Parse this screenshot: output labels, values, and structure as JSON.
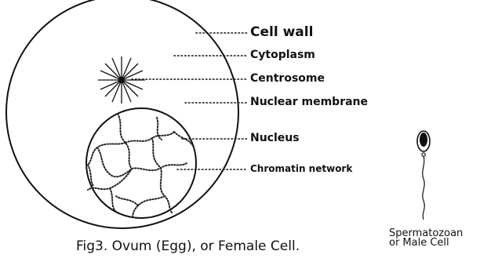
{
  "labels": {
    "cell_wall": "Cell  wall",
    "cytoplasm": "Cytoplasm",
    "centrosome": "Centrosome",
    "nuclear_membrane": "Nuclear membrane",
    "nucleus": "Nucleus",
    "chromatin": "Chromatin network"
  },
  "caption": "Fig3. Ovum (Egg), or Female Cell.",
  "sperm_caption": {
    "line1": "Spermatozoan",
    "line2": "or Male Cell"
  }
}
